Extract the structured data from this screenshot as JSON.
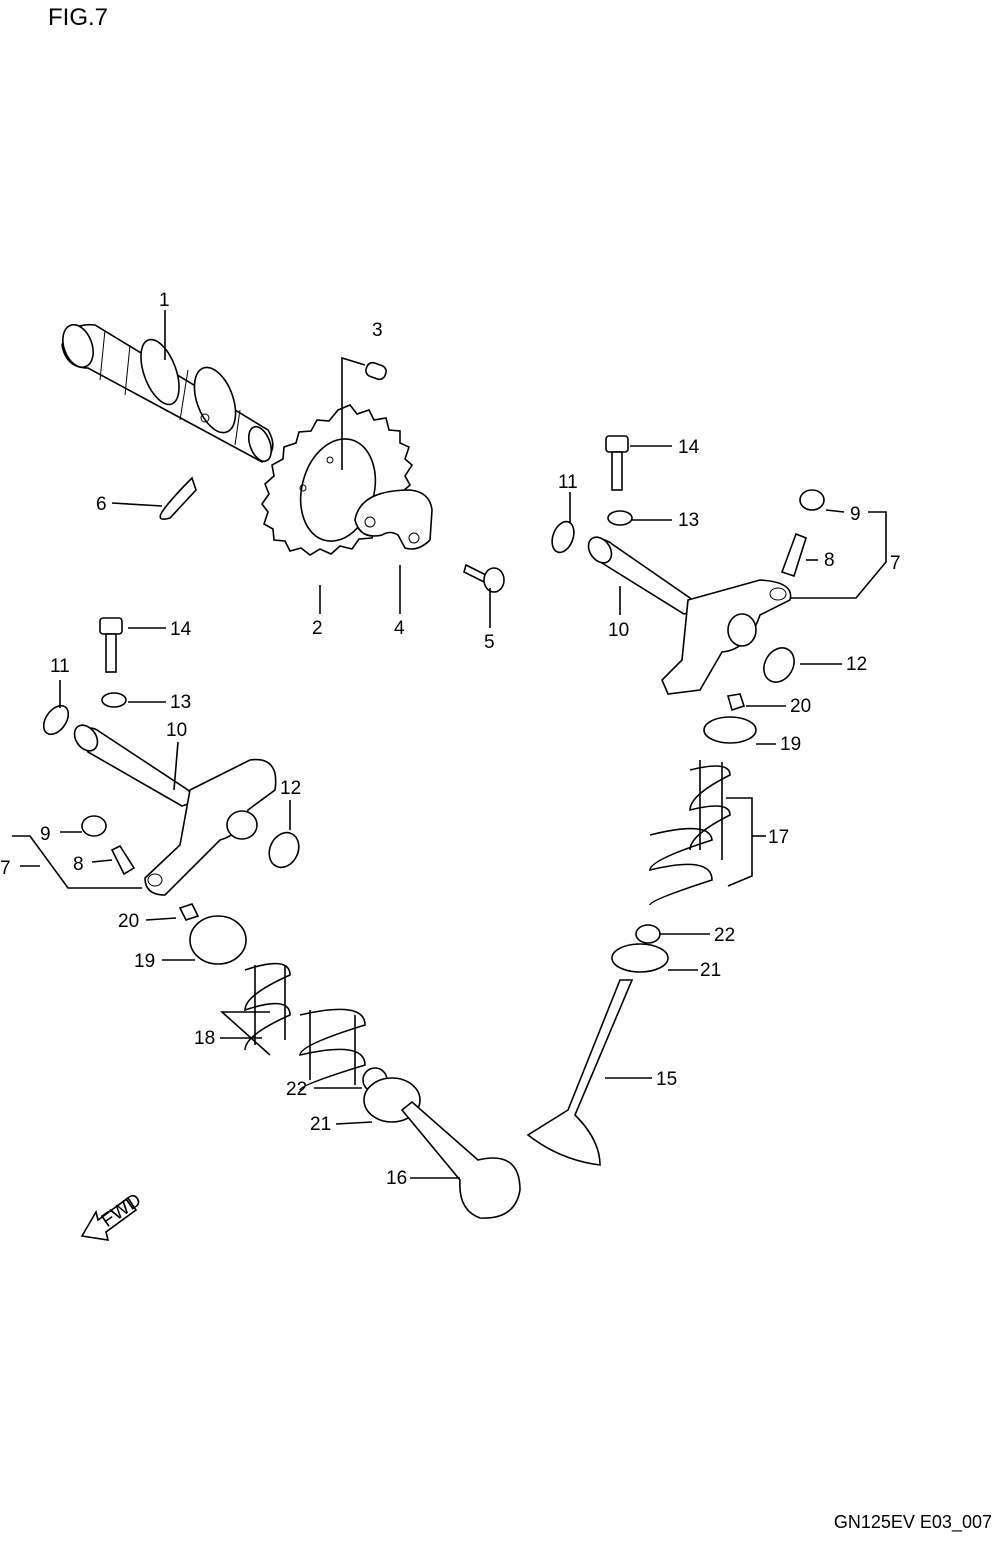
{
  "figure": {
    "title": "FIG.7",
    "code": "GN125EV E03_007"
  },
  "fwd_label": "FWD",
  "callouts": [
    "1",
    "2",
    "3",
    "4",
    "5",
    "6",
    "7",
    "8",
    "9",
    "10",
    "11",
    "12",
    "13",
    "14",
    "15",
    "16",
    "17",
    "18",
    "19",
    "20",
    "21",
    "22"
  ]
}
